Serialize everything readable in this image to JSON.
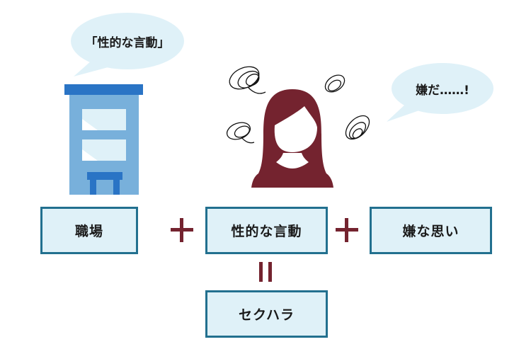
{
  "bubbles": {
    "left": "「性的な言動」",
    "right": "嫌だ……!"
  },
  "equation": {
    "term1": "職場",
    "term2": "性的な言動",
    "term3": "嫌な思い",
    "result": "セクハラ"
  },
  "colors": {
    "box_border": "#22708f",
    "box_fill": "#dff1f8",
    "operator": "#74232f",
    "person": "#74232f",
    "building": "#78b0db",
    "building_dark": "#2a74c5"
  }
}
